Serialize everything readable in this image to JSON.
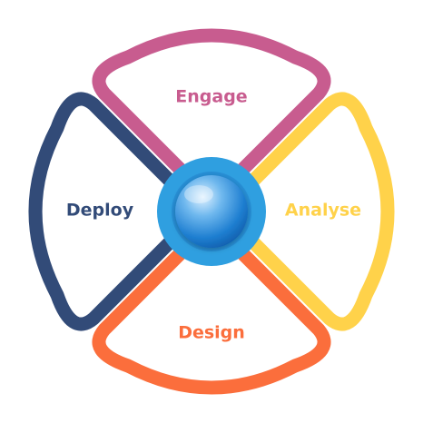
{
  "segments": [
    {
      "id": "top",
      "label": "Engage",
      "color": "#c85c8f"
    },
    {
      "id": "right",
      "label": "Analyse",
      "color": "#ffd24a"
    },
    {
      "id": "bottom",
      "label": "Design",
      "color": "#fb6e3c"
    },
    {
      "id": "left",
      "label": "Deploy",
      "color": "#324b78"
    }
  ],
  "hub": {
    "ring_color": "#2f9fe0",
    "ball_color": "#1f7fd1"
  }
}
